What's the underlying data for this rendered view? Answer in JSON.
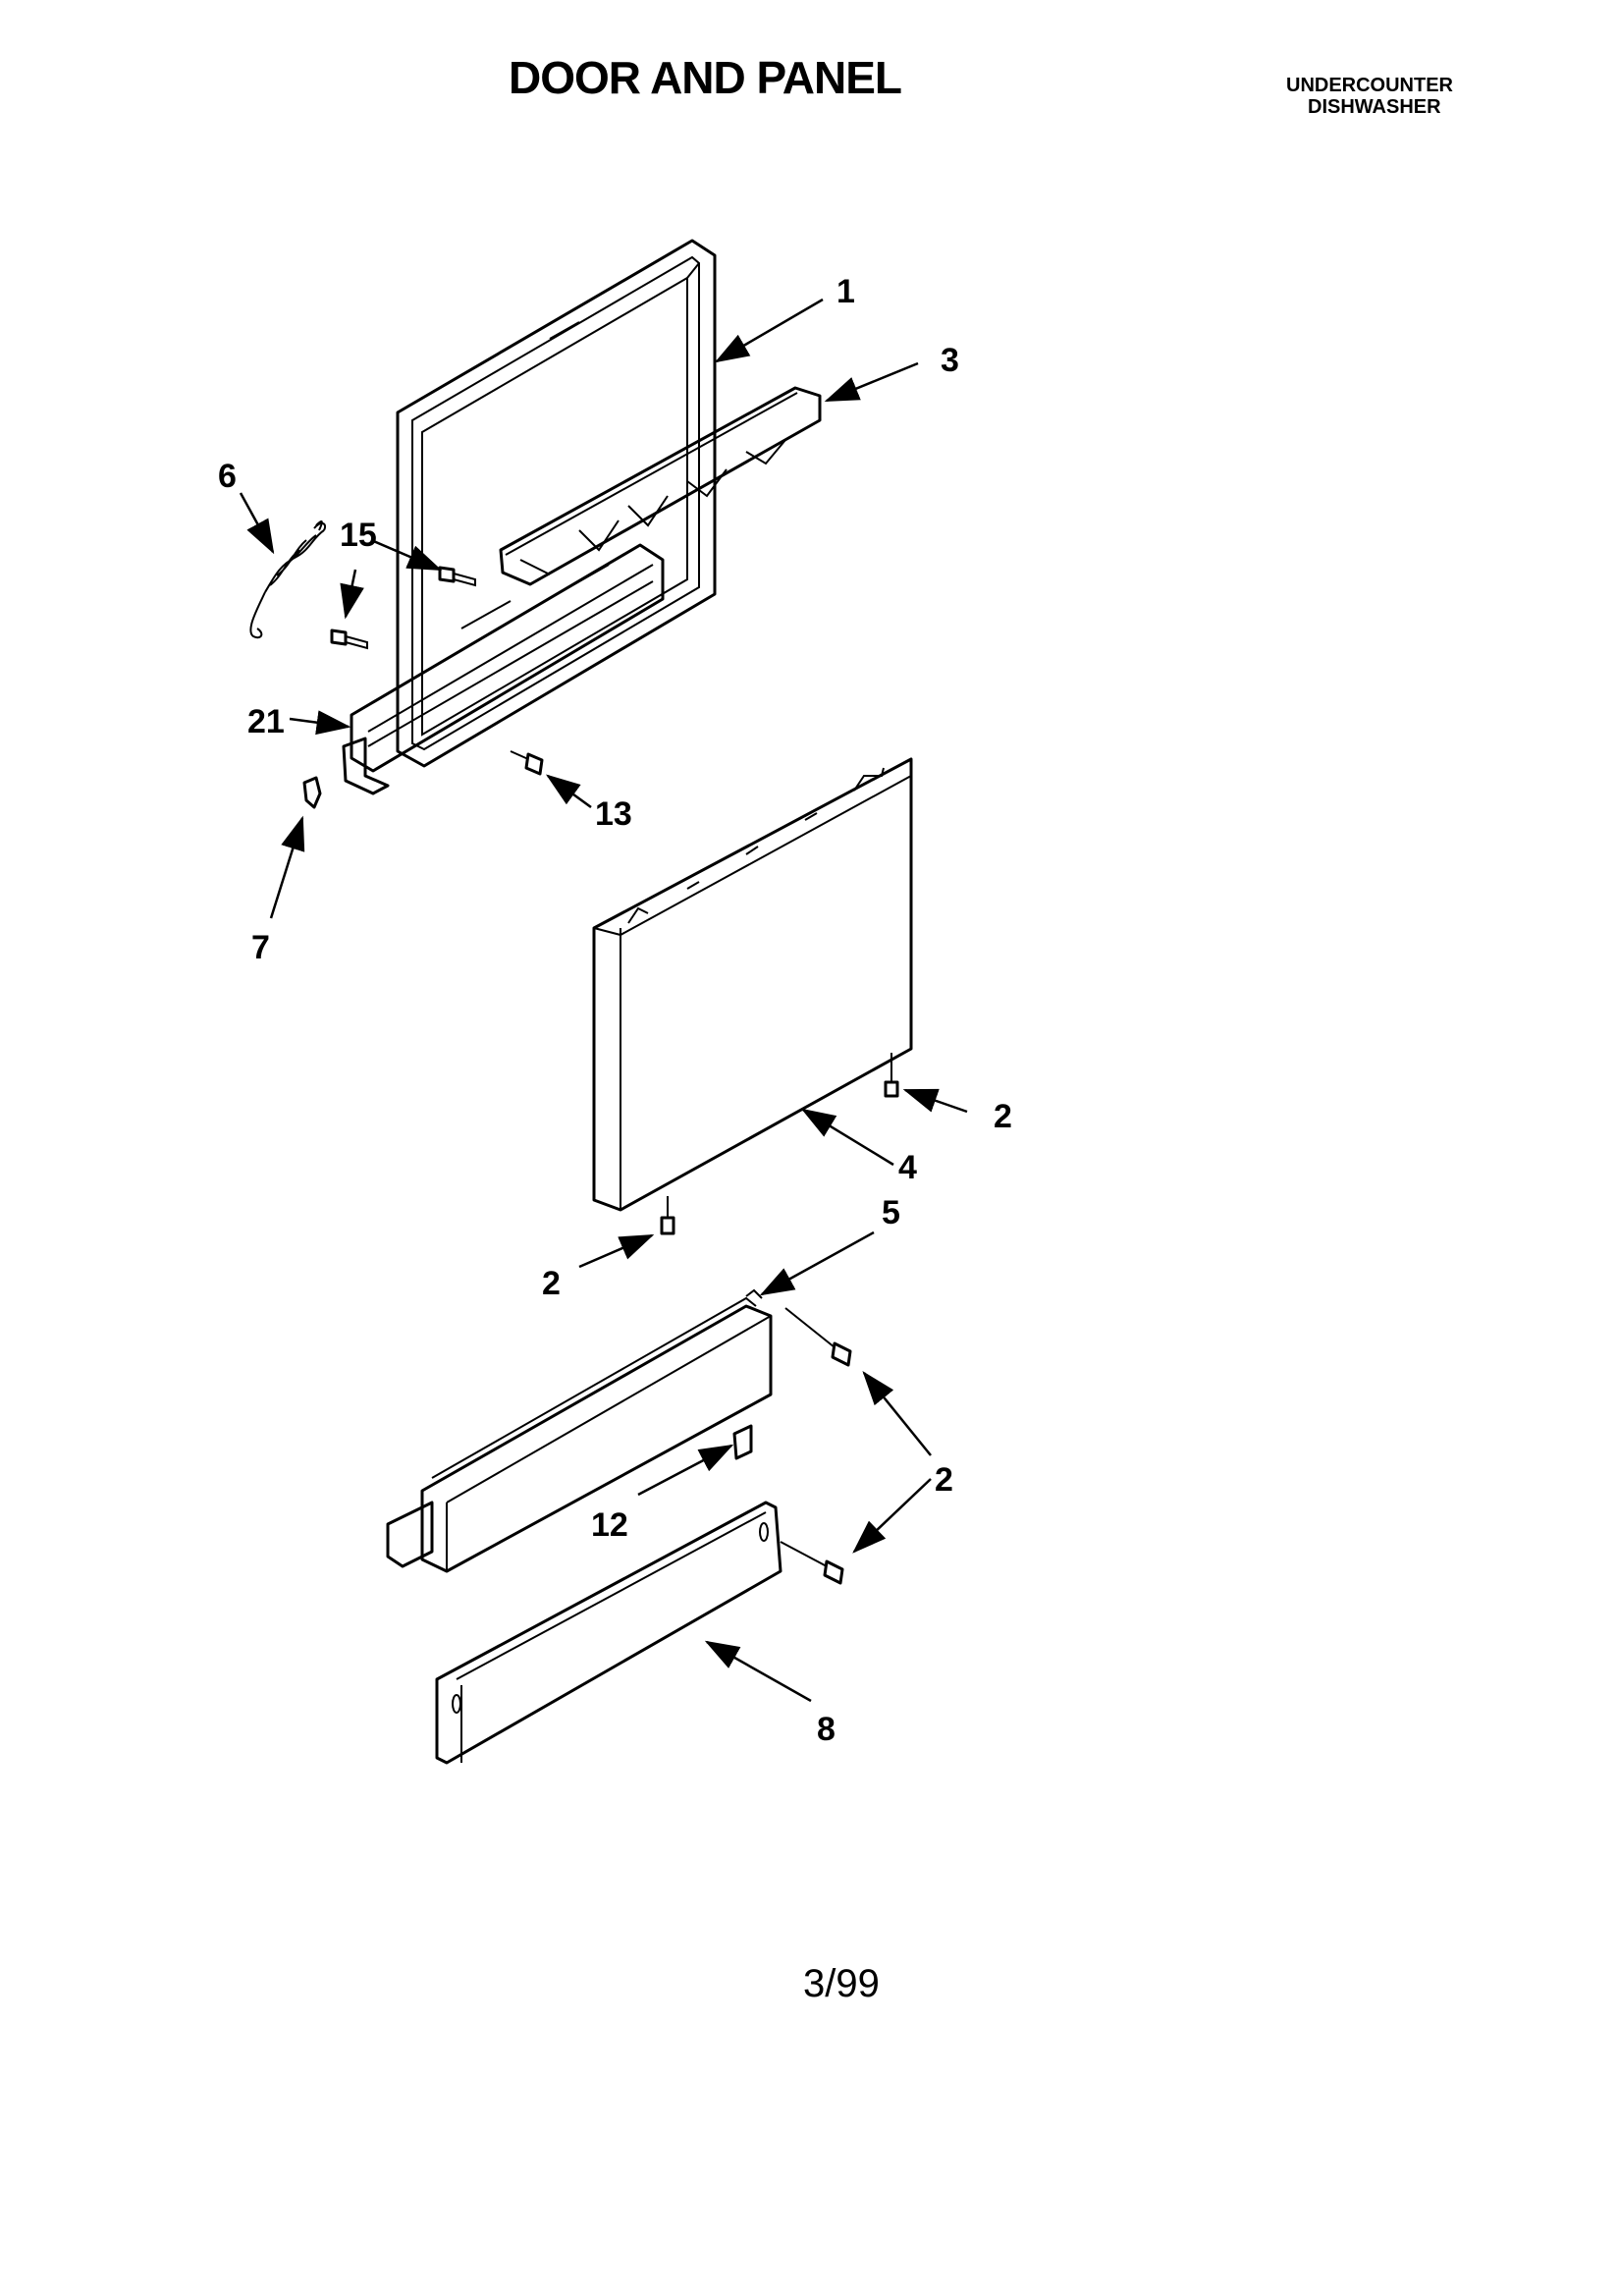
{
  "header": {
    "title": "DOOR AND PANEL",
    "subtitle_line1": "UNDERCOUNTER",
    "subtitle_line2": "DISHWASHER"
  },
  "callouts": {
    "c1": "1",
    "c3": "3",
    "c6": "6",
    "c15": "15",
    "c21": "21",
    "c13": "13",
    "c7": "7",
    "c2a": "2",
    "c4": "4",
    "c5": "5",
    "c2b": "2",
    "c2c": "2",
    "c12": "12",
    "c8": "8"
  },
  "footer": {
    "date": "3/99"
  }
}
